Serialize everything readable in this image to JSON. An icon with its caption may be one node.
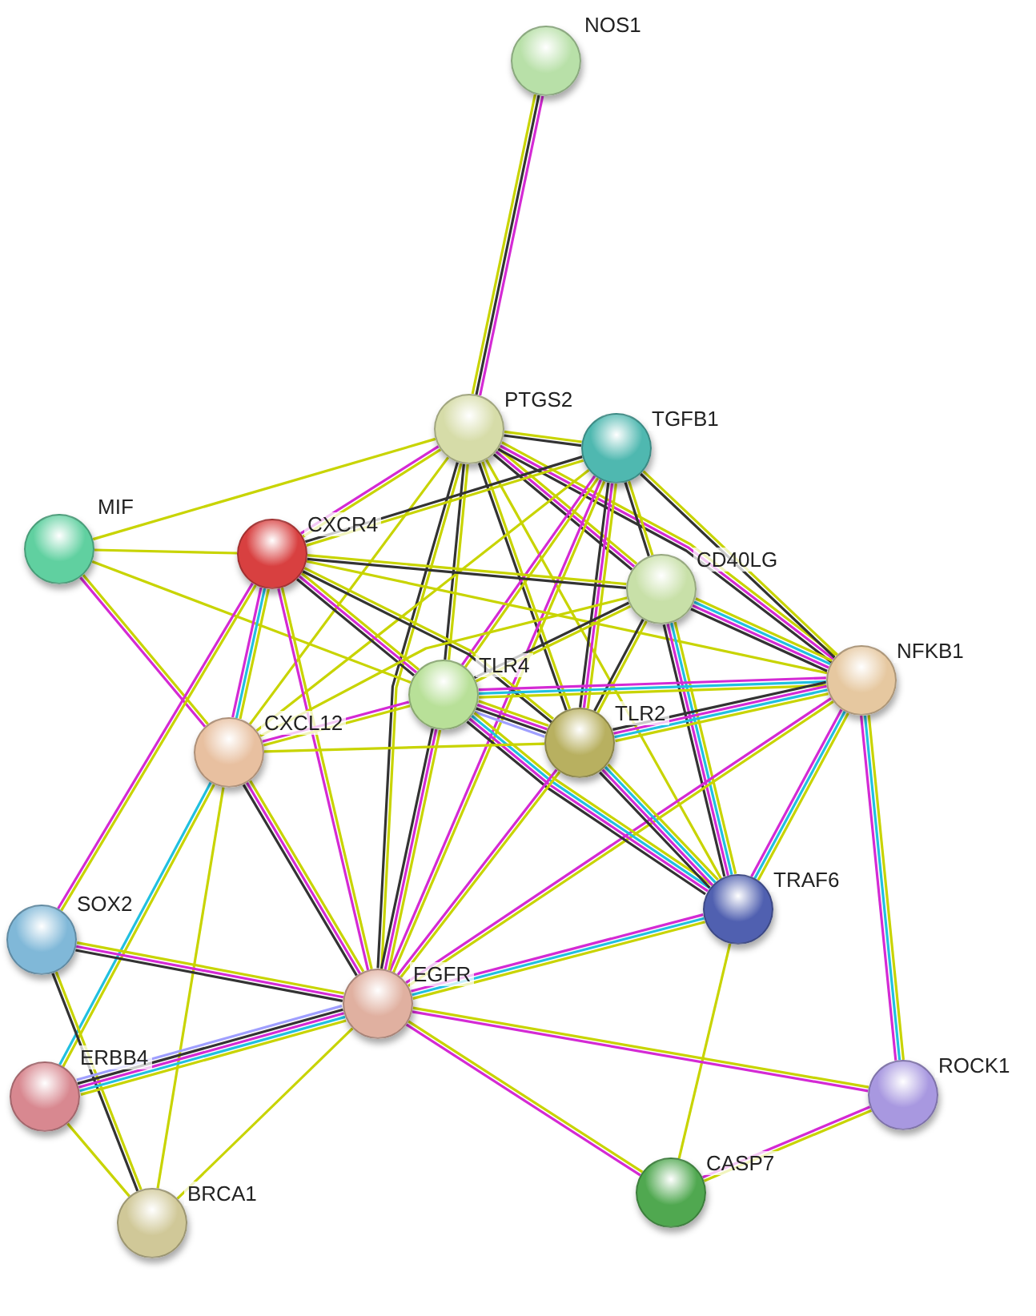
{
  "diagram": {
    "nodes": [
      {
        "text": [
          "NOS1"
        ]
      },
      {
        "text": [
          "PTGS2"
        ]
      },
      {
        "text": [
          "TGFB1"
        ]
      },
      {
        "text": [
          "MIF"
        ]
      },
      {
        "text": [
          "CXCR4"
        ]
      },
      {
        "text": [
          "CD40LG"
        ]
      },
      {
        "text": [
          "NFKB1"
        ]
      },
      {
        "text": [
          "TLR4"
        ]
      },
      {
        "text": [
          "TLR2"
        ]
      },
      {
        "text": [
          "CXCL12"
        ]
      },
      {
        "text": [
          "TRAF6"
        ]
      },
      {
        "text": [
          "SOX2"
        ]
      },
      {
        "text": [
          "EGFR"
        ]
      },
      {
        "text": [
          "ERBB4"
        ]
      },
      {
        "text": [
          "ROCK1"
        ]
      },
      {
        "text": [
          "CASP7"
        ]
      },
      {
        "text": [
          "BRCA1"
        ]
      }
    ],
    "edges": [
      {
        "from": 0,
        "to": 1,
        "arrow": "none",
        "color": "#d42ad4"
      },
      {
        "from": 0,
        "to": 1,
        "arrow": "none",
        "color": "#333333"
      },
      {
        "from": 0,
        "to": 1,
        "arrow": "none"
      },
      {
        "from": 1,
        "to": 2,
        "arrow": "none"
      },
      {
        "from": 1,
        "to": 2,
        "arrow": "none",
        "color": "#333333"
      },
      {
        "from": 1,
        "to": 3,
        "arrow": "none"
      },
      {
        "from": 1,
        "to": 4,
        "arrow": "none"
      },
      {
        "from": 1,
        "to": 4,
        "arrow": "none",
        "color": "#d42ad4"
      },
      {
        "from": 1,
        "to": 9,
        "arrow": "none"
      },
      {
        "from": 1,
        "to": 7,
        "arrow": "none"
      },
      {
        "from": 1,
        "to": 7,
        "arrow": "none",
        "color": "#333333"
      },
      {
        "from": 1,
        "to": 8,
        "arrow": "none"
      },
      {
        "from": 1,
        "to": 8,
        "arrow": "none",
        "color": "#333333"
      },
      {
        "from": 1,
        "to": 5,
        "arrow": "none"
      },
      {
        "from": 1,
        "to": 5,
        "arrow": "none",
        "color": "#d42ad4"
      },
      {
        "from": 1,
        "to": 5,
        "arrow": "none",
        "color": "#333333"
      },
      {
        "from": 1,
        "to": 6,
        "arrow": "none"
      },
      {
        "from": 1,
        "to": 6,
        "arrow": "none",
        "color": "#d42ad4"
      },
      {
        "from": 1,
        "to": 6,
        "arrow": "none",
        "color": "#333333"
      },
      {
        "from": 1,
        "to": 10,
        "arrow": "none"
      },
      {
        "from": 1,
        "to": 12,
        "arrow": "none"
      },
      {
        "from": 1,
        "to": 12,
        "arrow": "none",
        "color": "#333333"
      },
      {
        "from": 2,
        "to": 4,
        "arrow": "none"
      },
      {
        "from": 2,
        "to": 4,
        "arrow": "none",
        "color": "#333333"
      },
      {
        "from": 2,
        "to": 9,
        "arrow": "none"
      },
      {
        "from": 2,
        "to": 7,
        "arrow": "none"
      },
      {
        "from": 2,
        "to": 7,
        "arrow": "none",
        "color": "#d42ad4"
      },
      {
        "from": 2,
        "to": 8,
        "arrow": "none"
      },
      {
        "from": 2,
        "to": 8,
        "arrow": "none",
        "color": "#d42ad4"
      },
      {
        "from": 2,
        "to": 8,
        "arrow": "none",
        "color": "#333333"
      },
      {
        "from": 2,
        "to": 5,
        "arrow": "none"
      },
      {
        "from": 2,
        "to": 5,
        "arrow": "none",
        "color": "#333333"
      },
      {
        "from": 2,
        "to": 6,
        "arrow": "none"
      },
      {
        "from": 2,
        "to": 6,
        "arrow": "none",
        "color": "#333333"
      },
      {
        "from": 2,
        "to": 12,
        "arrow": "none"
      },
      {
        "from": 2,
        "to": 12,
        "arrow": "none",
        "color": "#d42ad4"
      },
      {
        "from": 3,
        "to": 4,
        "arrow": "none"
      },
      {
        "from": 3,
        "to": 9,
        "arrow": "none"
      },
      {
        "from": 3,
        "to": 9,
        "arrow": "none",
        "color": "#d42ad4"
      },
      {
        "from": 3,
        "to": 7,
        "arrow": "none"
      },
      {
        "from": 4,
        "to": 5,
        "arrow": "none"
      },
      {
        "from": 4,
        "to": 5,
        "arrow": "none",
        "color": "#333333"
      },
      {
        "from": 4,
        "to": 7,
        "arrow": "none"
      },
      {
        "from": 4,
        "to": 7,
        "arrow": "none",
        "color": "#d42ad4"
      },
      {
        "from": 4,
        "to": 7,
        "arrow": "none",
        "color": "#333333"
      },
      {
        "from": 4,
        "to": 8,
        "arrow": "none"
      },
      {
        "from": 4,
        "to": 8,
        "arrow": "none",
        "color": "#333333"
      },
      {
        "from": 4,
        "to": 9,
        "arrow": "none"
      },
      {
        "from": 4,
        "to": 9,
        "arrow": "none",
        "color": "#21c0e0"
      },
      {
        "from": 4,
        "to": 9,
        "arrow": "none",
        "color": "#d42ad4"
      },
      {
        "from": 4,
        "to": 12,
        "arrow": "none"
      },
      {
        "from": 4,
        "to": 12,
        "arrow": "none",
        "color": "#d42ad4"
      },
      {
        "from": 4,
        "to": 11,
        "arrow": "none"
      },
      {
        "from": 4,
        "to": 11,
        "arrow": "none",
        "color": "#d42ad4"
      },
      {
        "from": 4,
        "to": 6,
        "arrow": "none"
      },
      {
        "from": 5,
        "to": 6,
        "arrow": "none"
      },
      {
        "from": 5,
        "to": 6,
        "arrow": "none",
        "color": "#21c0e0"
      },
      {
        "from": 5,
        "to": 6,
        "arrow": "none",
        "color": "#d42ad4"
      },
      {
        "from": 5,
        "to": 6,
        "arrow": "none",
        "color": "#333333"
      },
      {
        "from": 5,
        "to": 7,
        "arrow": "none"
      },
      {
        "from": 5,
        "to": 7,
        "arrow": "none",
        "color": "#333333"
      },
      {
        "from": 5,
        "to": 8,
        "arrow": "none"
      },
      {
        "from": 5,
        "to": 8,
        "arrow": "none",
        "color": "#333333"
      },
      {
        "from": 5,
        "to": 10,
        "arrow": "none"
      },
      {
        "from": 5,
        "to": 10,
        "arrow": "none",
        "color": "#21c0e0"
      },
      {
        "from": 5,
        "to": 10,
        "arrow": "none",
        "color": "#d42ad4"
      },
      {
        "from": 5,
        "to": 10,
        "arrow": "none",
        "color": "#333333"
      },
      {
        "from": 5,
        "to": 9,
        "arrow": "none"
      },
      {
        "from": 6,
        "to": 7,
        "arrow": "none"
      },
      {
        "from": 6,
        "to": 7,
        "arrow": "none",
        "color": "#21c0e0"
      },
      {
        "from": 6,
        "to": 7,
        "arrow": "none",
        "color": "#d42ad4"
      },
      {
        "from": 6,
        "to": 8,
        "arrow": "none"
      },
      {
        "from": 6,
        "to": 8,
        "arrow": "none",
        "color": "#21c0e0"
      },
      {
        "from": 6,
        "to": 8,
        "arrow": "none",
        "color": "#d42ad4"
      },
      {
        "from": 6,
        "to": 8,
        "arrow": "none",
        "color": "#333333"
      },
      {
        "from": 6,
        "to": 10,
        "arrow": "none"
      },
      {
        "from": 6,
        "to": 10,
        "arrow": "none",
        "color": "#21c0e0"
      },
      {
        "from": 6,
        "to": 10,
        "arrow": "none",
        "color": "#d42ad4"
      },
      {
        "from": 6,
        "to": 14,
        "arrow": "none"
      },
      {
        "from": 6,
        "to": 14,
        "arrow": "none",
        "color": "#21c0e0"
      },
      {
        "from": 6,
        "to": 14,
        "arrow": "none",
        "color": "#d42ad4"
      },
      {
        "from": 6,
        "to": 12,
        "arrow": "none"
      },
      {
        "from": 6,
        "to": 12,
        "arrow": "none",
        "color": "#d42ad4"
      },
      {
        "from": 7,
        "to": 8,
        "arrow": "none"
      },
      {
        "from": 7,
        "to": 8,
        "arrow": "none",
        "color": "#d42ad4"
      },
      {
        "from": 7,
        "to": 8,
        "arrow": "none",
        "color": "#333333"
      },
      {
        "from": 7,
        "to": 8,
        "arrow": "none",
        "color": "#9f9fff"
      },
      {
        "from": 7,
        "to": 10,
        "arrow": "none"
      },
      {
        "from": 7,
        "to": 10,
        "arrow": "none",
        "color": "#21c0e0"
      },
      {
        "from": 7,
        "to": 10,
        "arrow": "none",
        "color": "#d42ad4"
      },
      {
        "from": 7,
        "to": 10,
        "arrow": "none",
        "color": "#333333"
      },
      {
        "from": 7,
        "to": 9,
        "arrow": "none"
      },
      {
        "from": 7,
        "to": 9,
        "arrow": "none",
        "color": "#d42ad4"
      },
      {
        "from": 7,
        "to": 12,
        "arrow": "none"
      },
      {
        "from": 7,
        "to": 12,
        "arrow": "none",
        "color": "#d42ad4"
      },
      {
        "from": 7,
        "to": 12,
        "arrow": "none",
        "color": "#333333"
      },
      {
        "from": 8,
        "to": 10,
        "arrow": "none"
      },
      {
        "from": 8,
        "to": 10,
        "arrow": "none",
        "color": "#21c0e0"
      },
      {
        "from": 8,
        "to": 10,
        "arrow": "none",
        "color": "#d42ad4"
      },
      {
        "from": 8,
        "to": 10,
        "arrow": "none",
        "color": "#333333"
      },
      {
        "from": 8,
        "to": 9,
        "arrow": "none"
      },
      {
        "from": 8,
        "to": 12,
        "arrow": "none"
      },
      {
        "from": 8,
        "to": 12,
        "arrow": "none",
        "color": "#d42ad4"
      },
      {
        "from": 9,
        "to": 12,
        "arrow": "none"
      },
      {
        "from": 9,
        "to": 12,
        "arrow": "none",
        "color": "#d42ad4"
      },
      {
        "from": 9,
        "to": 12,
        "arrow": "none",
        "color": "#333333"
      },
      {
        "from": 9,
        "to": 13,
        "arrow": "none"
      },
      {
        "from": 9,
        "to": 13,
        "arrow": "none",
        "color": "#21c0e0"
      },
      {
        "from": 9,
        "to": 16,
        "arrow": "none"
      },
      {
        "from": 10,
        "to": 12,
        "arrow": "none"
      },
      {
        "from": 10,
        "to": 12,
        "arrow": "none",
        "color": "#21c0e0"
      },
      {
        "from": 10,
        "to": 12,
        "arrow": "none",
        "color": "#d42ad4"
      },
      {
        "from": 10,
        "to": 15,
        "arrow": "none"
      },
      {
        "from": 11,
        "to": 12,
        "arrow": "none"
      },
      {
        "from": 11,
        "to": 12,
        "arrow": "none",
        "color": "#d42ad4"
      },
      {
        "from": 11,
        "to": 12,
        "arrow": "none",
        "color": "#333333"
      },
      {
        "from": 11,
        "to": 16,
        "arrow": "none"
      },
      {
        "from": 11,
        "to": 16,
        "arrow": "none",
        "color": "#333333"
      },
      {
        "from": 13,
        "to": 12,
        "arrow": "none"
      },
      {
        "from": 13,
        "to": 12,
        "arrow": "none",
        "color": "#21c0e0"
      },
      {
        "from": 13,
        "to": 12,
        "arrow": "none",
        "color": "#d42ad4"
      },
      {
        "from": 13,
        "to": 12,
        "arrow": "none",
        "color": "#333333"
      },
      {
        "from": 13,
        "to": 12,
        "arrow": "none",
        "color": "#9f9fff"
      },
      {
        "from": 13,
        "to": 16,
        "arrow": "none"
      },
      {
        "from": 12,
        "to": 16,
        "arrow": "none"
      },
      {
        "from": 12,
        "to": 14,
        "arrow": "none"
      },
      {
        "from": 12,
        "to": 14,
        "arrow": "none",
        "color": "#d42ad4"
      },
      {
        "from": 12,
        "to": 15,
        "arrow": "none"
      },
      {
        "from": 12,
        "to": 15,
        "arrow": "none",
        "color": "#d42ad4"
      },
      {
        "from": 14,
        "to": 15,
        "arrow": "none"
      },
      {
        "from": 14,
        "to": 15,
        "arrow": "none",
        "color": "#d42ad4"
      }
    ]
  }
}
